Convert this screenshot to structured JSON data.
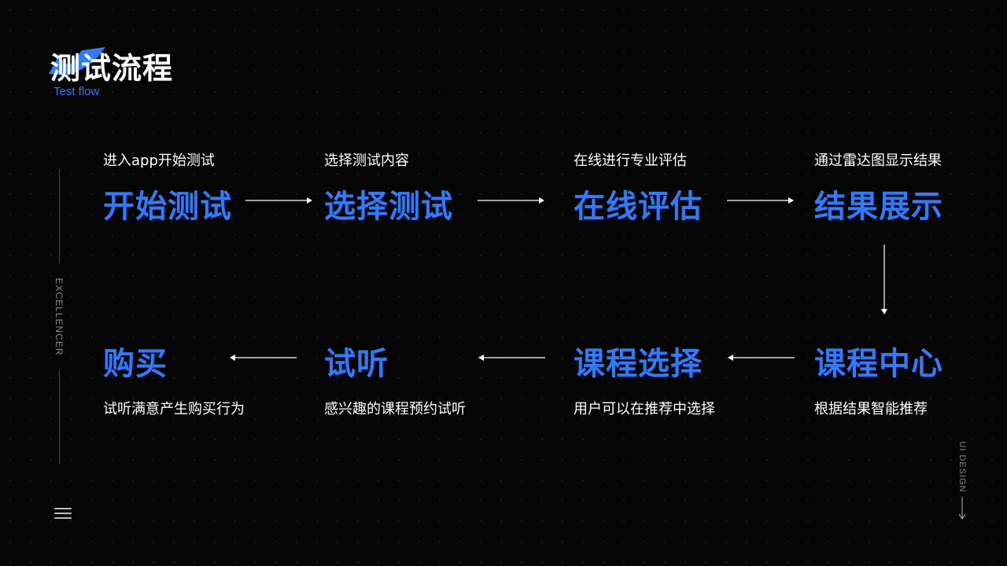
{
  "header": {
    "title": "测试流程",
    "subtitle": "Test flow"
  },
  "side": {
    "left_text": "EXCELLENCER",
    "right_text": "UI DESIGN"
  },
  "colors": {
    "accent": "#2f7bff",
    "background": "#050505",
    "text": "#ffffff",
    "muted": "#8a8a8a"
  },
  "steps": [
    {
      "title": "开始测试",
      "desc": "进入app开始测试"
    },
    {
      "title": "选择测试",
      "desc": "选择测试内容"
    },
    {
      "title": "在线评估",
      "desc": "在线进行专业评估"
    },
    {
      "title": "结果展示",
      "desc": "通过雷达图显示结果"
    },
    {
      "title": "课程中心",
      "desc": "根据结果智能推荐"
    },
    {
      "title": "课程选择",
      "desc": "用户可以在推荐中选择"
    },
    {
      "title": "试听",
      "desc": "感兴趣的课程预约试听"
    },
    {
      "title": "购买",
      "desc": "试听满意产生购买行为"
    }
  ]
}
